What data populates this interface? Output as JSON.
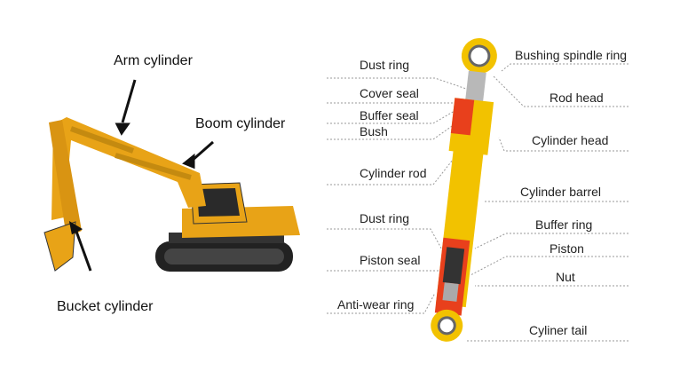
{
  "excavator": {
    "arm": "Arm cylinder",
    "boom": "Boom cylinder",
    "bucket": "Bucket cylinder"
  },
  "left_labels": [
    "Dust ring",
    "Cover seal",
    "Buffer seal",
    "Bush",
    "Cylinder rod",
    "Dust ring",
    "Piston seal",
    "Anti-wear ring"
  ],
  "right_labels": [
    "Bushing spindle ring",
    "Rod head",
    "Cylinder head",
    "Cylinder barrel",
    "Buffer ring",
    "Piston",
    "Nut",
    "Cyliner tail"
  ],
  "colors": {
    "yellow": "#f2c200",
    "cutaway": "#e8401c",
    "steel": "#b8b8b8",
    "machine": "#e8a317"
  }
}
